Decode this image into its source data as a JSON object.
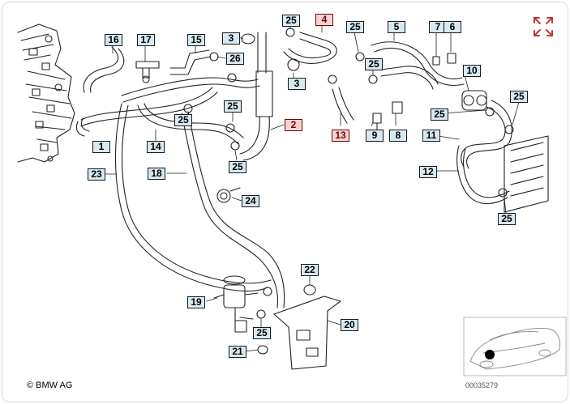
{
  "diagram": {
    "copyright": "© BMW AG",
    "diagram_id": "00035279",
    "callouts": [
      {
        "id": "c16",
        "label": "16",
        "highlight": false
      },
      {
        "id": "c17",
        "label": "17",
        "highlight": false
      },
      {
        "id": "c15",
        "label": "15",
        "highlight": false
      },
      {
        "id": "c3a",
        "label": "3",
        "highlight": false
      },
      {
        "id": "c25a",
        "label": "25",
        "highlight": false
      },
      {
        "id": "c4",
        "label": "4",
        "highlight": true
      },
      {
        "id": "c25b",
        "label": "25",
        "highlight": false
      },
      {
        "id": "c5",
        "label": "5",
        "highlight": false
      },
      {
        "id": "c7",
        "label": "7",
        "highlight": false
      },
      {
        "id": "c6",
        "label": "6",
        "highlight": false
      },
      {
        "id": "c26",
        "label": "26",
        "highlight": false
      },
      {
        "id": "c25c",
        "label": "25",
        "highlight": false
      },
      {
        "id": "c10",
        "label": "10",
        "highlight": false
      },
      {
        "id": "c3b",
        "label": "3",
        "highlight": false
      },
      {
        "id": "c25d",
        "label": "25",
        "highlight": false
      },
      {
        "id": "c25e",
        "label": "25",
        "highlight": false
      },
      {
        "id": "c25f",
        "label": "25",
        "highlight": false
      },
      {
        "id": "c25g",
        "label": "25",
        "highlight": false
      },
      {
        "id": "c2",
        "label": "2",
        "highlight": true
      },
      {
        "id": "c13",
        "label": "13",
        "highlight": true
      },
      {
        "id": "c9",
        "label": "9",
        "highlight": false
      },
      {
        "id": "c8",
        "label": "8",
        "highlight": false
      },
      {
        "id": "c11",
        "label": "11",
        "highlight": false
      },
      {
        "id": "c1",
        "label": "1",
        "highlight": false
      },
      {
        "id": "c14",
        "label": "14",
        "highlight": false
      },
      {
        "id": "c25h",
        "label": "25",
        "highlight": false
      },
      {
        "id": "c23",
        "label": "23",
        "highlight": false
      },
      {
        "id": "c18",
        "label": "18",
        "highlight": false
      },
      {
        "id": "c12",
        "label": "12",
        "highlight": false
      },
      {
        "id": "c24",
        "label": "24",
        "highlight": false
      },
      {
        "id": "c25i",
        "label": "25",
        "highlight": false
      },
      {
        "id": "c22",
        "label": "22",
        "highlight": false
      },
      {
        "id": "c19",
        "label": "19",
        "highlight": false
      },
      {
        "id": "c20",
        "label": "20",
        "highlight": false
      },
      {
        "id": "c25j",
        "label": "25",
        "highlight": false
      },
      {
        "id": "c21",
        "label": "21",
        "highlight": false
      }
    ]
  },
  "colors": {
    "tag_fill": "#d7e9f2",
    "tag_highlight_fill": "#f2d4d4",
    "highlight_text": "#7a0000",
    "expand_icon": "#c0392b"
  }
}
